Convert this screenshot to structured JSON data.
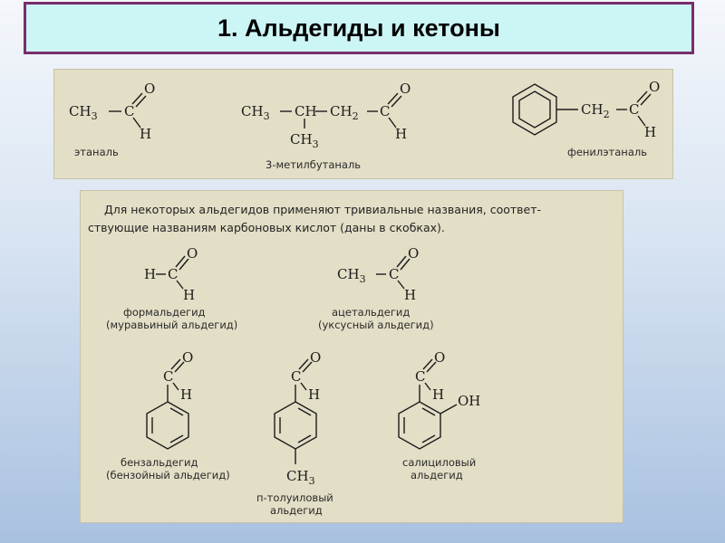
{
  "slide": {
    "title": "1.  Альдегиды и кетоны"
  },
  "top_panel": {
    "ethanal": {
      "ch3": "CH3",
      "c": "C",
      "o": "O",
      "h": "H",
      "label": "этаналь"
    },
    "methylbutanal": {
      "ch3": "CH3",
      "ch": "CH",
      "ch2": "CH2",
      "c": "C",
      "o": "O",
      "h": "H",
      "ch3_branch": "CH3",
      "label": "3-метилбутаналь"
    },
    "phenylethanal": {
      "ch2": "CH2",
      "c": "C",
      "o": "O",
      "h": "H",
      "label": "фенилэтаналь"
    }
  },
  "bottom_panel": {
    "intro_line1": "Для некоторых альдегидов применяют тривиальные названия, соответ-",
    "intro_line2": "ствующие названиям карбоновых кислот (даны в скобках).",
    "formaldehyde": {
      "h_left": "H",
      "c": "C",
      "o": "O",
      "h": "H",
      "label1": "формальдегид",
      "label2": "(муравьиный альдегид)"
    },
    "acetaldehyde": {
      "ch3": "CH3",
      "c": "C",
      "o": "O",
      "h": "H",
      "label1": "ацетальдегид",
      "label2": "(уксусный альдегид)"
    },
    "benzaldehyde": {
      "c": "C",
      "o": "O",
      "h": "H",
      "label1": "бензальдегид",
      "label2": "(бензойный альдегид)"
    },
    "toluic": {
      "c": "C",
      "o": "O",
      "h": "H",
      "ch3": "CH3",
      "label1": "п-толуиловый",
      "label2": "альдегид"
    },
    "salicylic": {
      "c": "C",
      "o": "O",
      "h": "H",
      "oh": "OH",
      "label1": "салициловый",
      "label2": "альдегид"
    }
  }
}
